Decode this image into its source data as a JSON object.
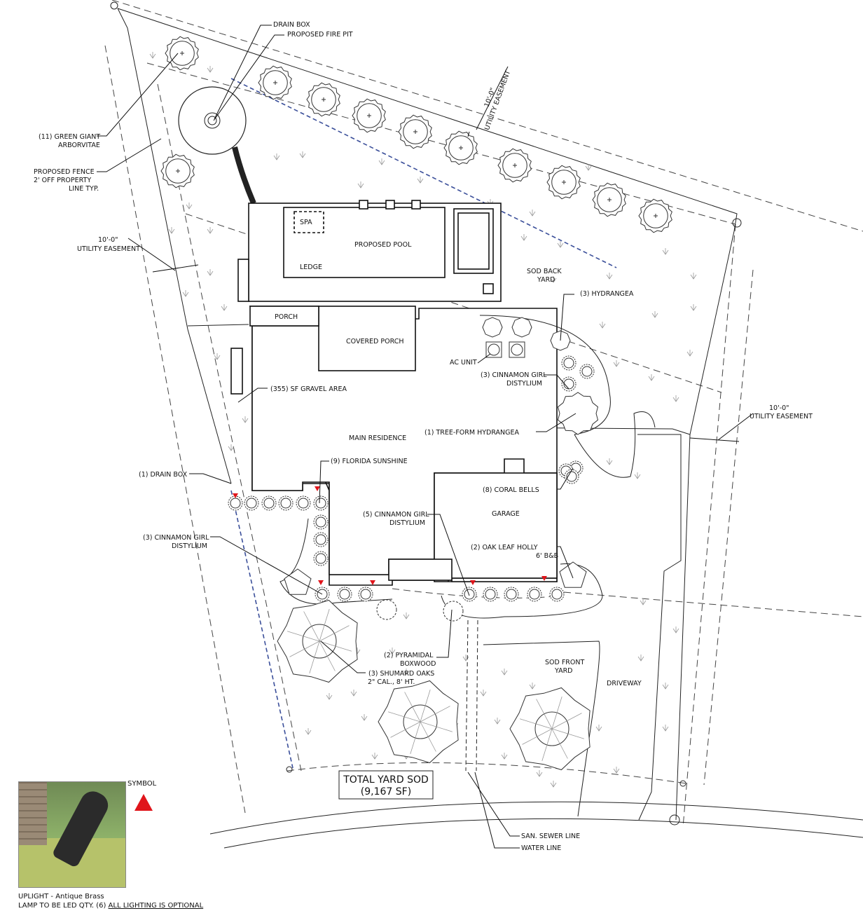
{
  "labels": {
    "drain_box_top": "DRAIN BOX",
    "proposed_fire_pit": "PROPOSED FIRE PIT",
    "easement_top": "10'-0\"",
    "easement_top_sub": "UTILITY EASEMENT",
    "green_giant_1": "(11) GREEN GIANT",
    "green_giant_2": "ARBORVITAE",
    "fence_1": "PROPOSED FENCE",
    "fence_2": "2' OFF PROPERTY",
    "fence_3": "LINE TYP.",
    "easement_left": "10'-0\"",
    "easement_left_sub": "UTILITY EASEMENT",
    "spa": "SPA",
    "ledge": "LEDGE",
    "proposed_pool": "PROPOSED POOL",
    "sod_back_1": "SOD BACK",
    "sod_back_2": "YARD",
    "hydrangea": "(3) HYDRANGEA",
    "porch": "PORCH",
    "covered_porch": "COVERED PORCH",
    "ac_unit": "AC UNIT",
    "cinnamon_right_1": "(3) CINNAMON GIRL",
    "cinnamon_right_2": "DISTYLIUM",
    "gravel": "(355) SF GRAVEL AREA",
    "easement_right": "10'-0\"",
    "easement_right_sub": "UTILITY EASEMENT",
    "tree_form": "(1) TREE-FORM HYDRANGEA",
    "main_residence": "MAIN RESIDENCE",
    "florida": "(9) FLORIDA SUNSHINE",
    "drain_box_left": "(1) DRAIN BOX",
    "coral_bells": "(8) CORAL BELLS",
    "cinnamon_mid_1": "(5) CINNAMON GIRL",
    "cinnamon_mid_2": "DISTYLIUM",
    "garage": "GARAGE",
    "cinnamon_left_1": "(3) CINNAMON GIRL",
    "cinnamon_left_2": "DISTYLIUM",
    "oak_leaf_1": "(2) OAK LEAF HOLLY",
    "oak_leaf_2": "6' B&B",
    "pyramidal_1": "(2) PYRAMIDAL",
    "pyramidal_2": "BOXWOOD",
    "shumard_1": "(3) SHUMARD OAKS",
    "shumard_2": "2\" CAL., 8' HT.",
    "sod_front_1": "SOD FRONT",
    "sod_front_2": "YARD",
    "driveway": "DRIVEWAY",
    "total_sod_1": "TOTAL YARD SOD",
    "total_sod_2": "(9,167 SF)",
    "sewer": "SAN. SEWER LINE",
    "water": "WATER LINE"
  },
  "legend": {
    "symbol": "SYMBOL",
    "uplight": "UPLIGHT - Antique Brass",
    "lamp": "LAMP TO BE LED QTY. (6)",
    "optional": "ALL LIGHTING IS OPTIONAL",
    "symbol_color": "#e0151b"
  }
}
